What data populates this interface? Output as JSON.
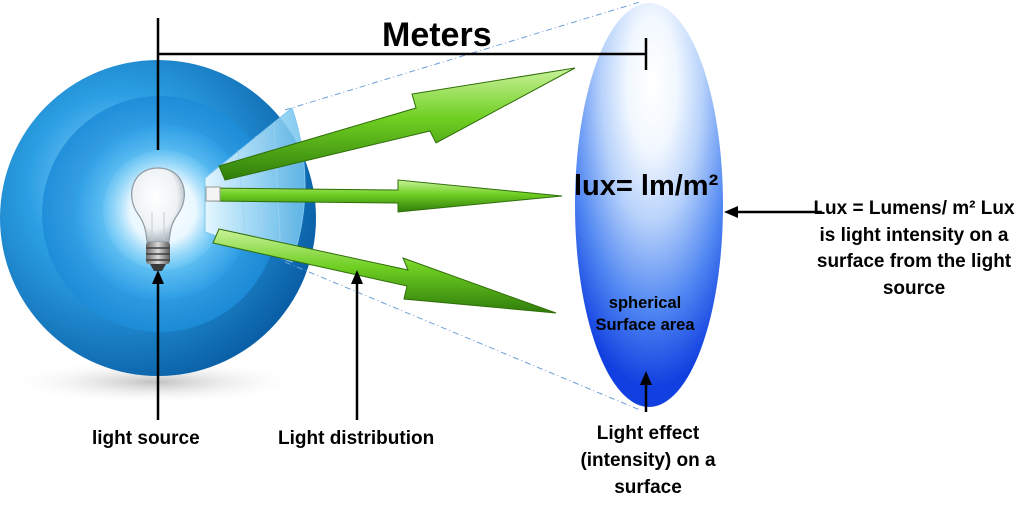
{
  "labels": {
    "distance": "Meters",
    "formula": "lux= lm/m²",
    "surface_area": "spherical Surface area",
    "light_source": "light source",
    "light_distribution": "Light distribution",
    "light_effect": "Light effect (intensity) on a surface",
    "definition": "Lux = Lumens/ m² Lux is light intensity on a surface from the light source"
  },
  "colors": {
    "sphere": "#1f8fd6",
    "surface_ellipse": "#1a4fe8",
    "arrow_green": "#5fc21b",
    "guide_lines": "#6f9fd8",
    "text": "#000000"
  }
}
